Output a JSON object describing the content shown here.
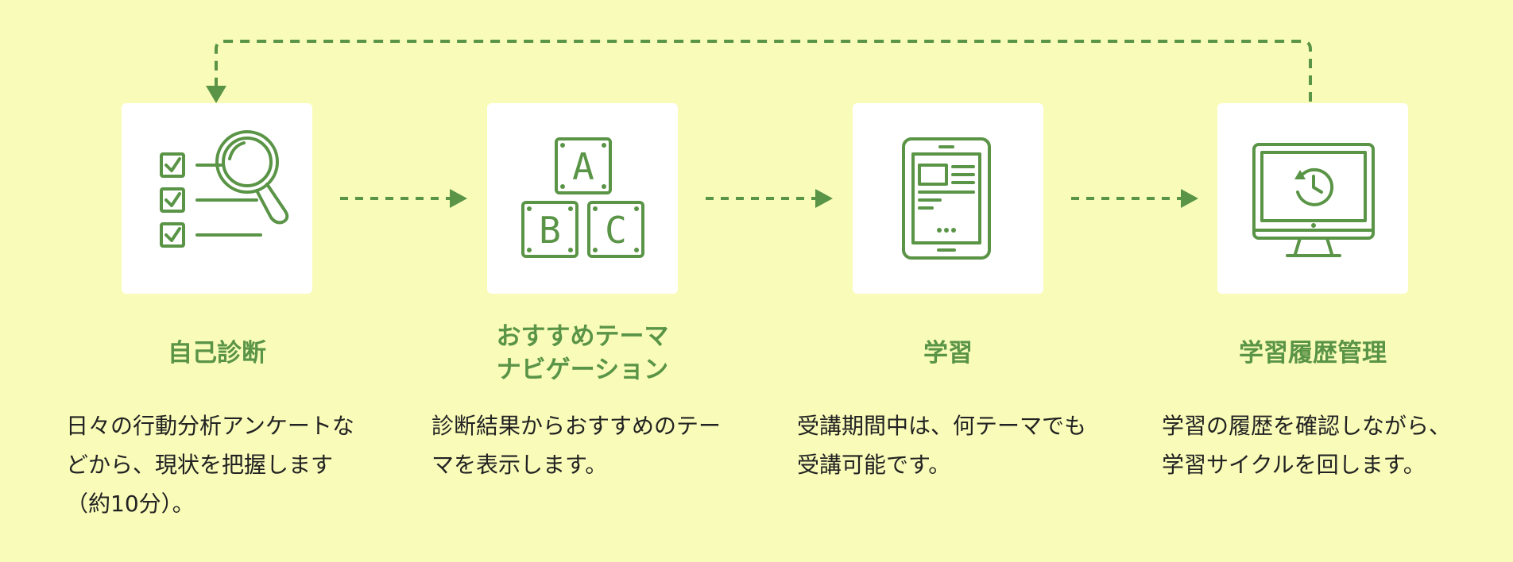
{
  "colors": {
    "background": "#f9fcb9",
    "accent": "#5a9446",
    "card": "#ffffff",
    "text": "#222222"
  },
  "steps": [
    {
      "icon": "checklist-search-icon",
      "title": "自己診断",
      "description": "日々の行動分析アンケートなどから、現状を把握します（約10分）。"
    },
    {
      "icon": "abc-blocks-icon",
      "title": "おすすめテーマ\nナビゲーション",
      "description": "診断結果からおすすめのテーマを表示します。",
      "block_letters": [
        "A",
        "B",
        "C"
      ]
    },
    {
      "icon": "tablet-icon",
      "title": "学習",
      "description": "受講期間中は、何テーマでも受講可能です。"
    },
    {
      "icon": "monitor-history-icon",
      "title": "学習履歴管理",
      "description": "学習の履歴を確認しながら、学習サイクルを回します。"
    }
  ]
}
